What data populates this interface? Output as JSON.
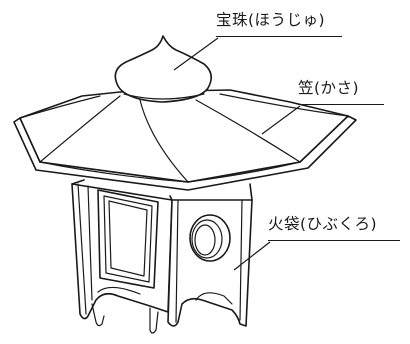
{
  "labels": {
    "hoju": "宝珠(ほうじゅ)",
    "kasa": "笠(かさ)",
    "hibukuro": "火袋(ひぶくろ)"
  }
}
